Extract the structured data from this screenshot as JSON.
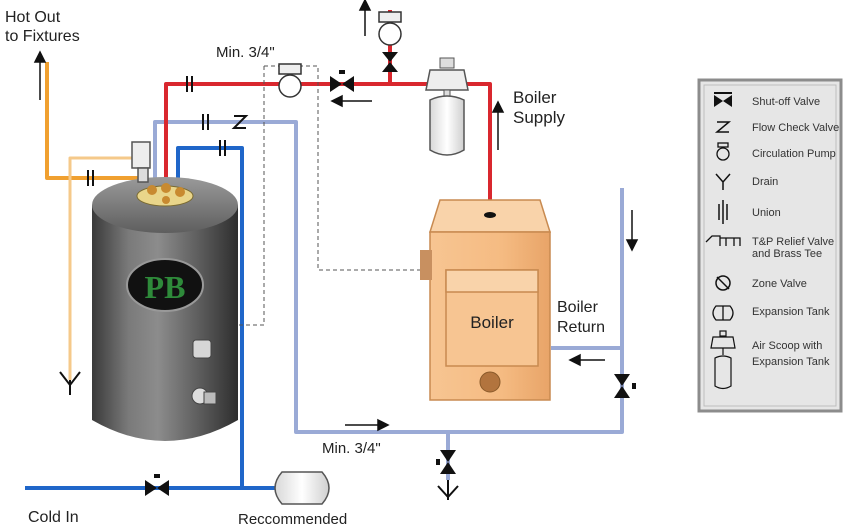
{
  "labels": {
    "hot_out": [
      "Hot Out",
      "to Fixtures"
    ],
    "min_top": "Min. 3/4\"",
    "boiler_supply": [
      "Boiler",
      "Supply"
    ],
    "boiler_return": [
      "Boiler",
      "Return"
    ],
    "boiler": "Boiler",
    "min_bottom": "Min. 3/4\"",
    "cold_in": "Cold  In",
    "recommended": "Reccommended",
    "logo": "PB"
  },
  "legend": {
    "items": [
      {
        "icon": "shutoff-valve-icon",
        "label": [
          "Shut-off Valve"
        ]
      },
      {
        "icon": "flow-check-valve-icon",
        "label": [
          "Flow Check Valve"
        ]
      },
      {
        "icon": "circulation-pump-icon",
        "label": [
          "Circulation Pump"
        ]
      },
      {
        "icon": "drain-icon",
        "label": [
          "Drain"
        ]
      },
      {
        "icon": "union-icon",
        "label": [
          "Union"
        ]
      },
      {
        "icon": "tp-relief-valve-icon",
        "label": [
          "T&P Relief Valve",
          "and Brass Tee"
        ]
      },
      {
        "icon": "zone-valve-icon",
        "label": [
          "Zone Valve"
        ]
      },
      {
        "icon": "expansion-tank-icon",
        "label": [
          "Expansion Tank"
        ]
      },
      {
        "icon": "air-scoop-icon",
        "label": [
          "Air Scoop with",
          "Expansion Tank"
        ]
      }
    ]
  },
  "colors": {
    "supply_pipe": "#d9272e",
    "return_pipe": "#9aaad6",
    "cold_pipe": "#1f66c9",
    "hot_pipe": "#f0a030",
    "boiler_body": "#f6c08e",
    "heater_body": "#5d5d5d"
  }
}
